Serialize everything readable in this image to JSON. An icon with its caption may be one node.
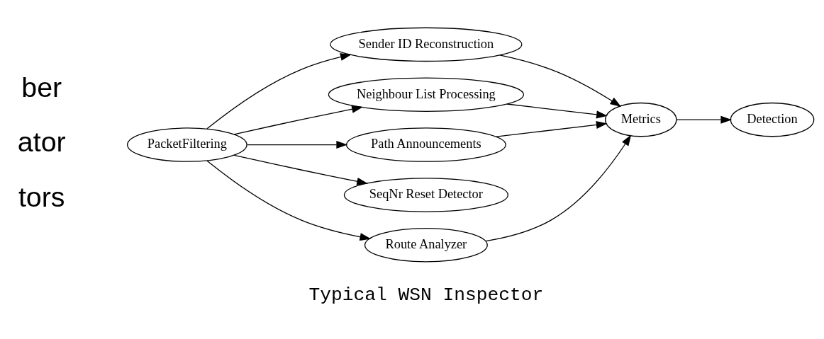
{
  "diagram": {
    "nodes": [
      {
        "text": [
          "PacketFiltering"
        ]
      },
      {
        "text": [
          "Sender ID Reconstruction"
        ]
      },
      {
        "text": [
          "Neighbour List Processing"
        ]
      },
      {
        "text": [
          "Path Announcements"
        ]
      },
      {
        "text": [
          "SeqNr Reset Detector"
        ]
      },
      {
        "text": [
          "Route Analyzer"
        ]
      },
      {
        "text": [
          "Metrics"
        ]
      },
      {
        "text": [
          "Detection"
        ]
      }
    ],
    "edges": [
      {
        "from": 0,
        "to": 1,
        "arrow": "to"
      },
      {
        "from": 0,
        "to": 2,
        "arrow": "to"
      },
      {
        "from": 0,
        "to": 3,
        "arrow": "to"
      },
      {
        "from": 0,
        "to": 4,
        "arrow": "to"
      },
      {
        "from": 0,
        "to": 5,
        "arrow": "to"
      },
      {
        "from": 1,
        "to": 6,
        "arrow": "to"
      },
      {
        "from": 2,
        "to": 6,
        "arrow": "to"
      },
      {
        "from": 3,
        "to": 6,
        "arrow": "to"
      },
      {
        "from": 5,
        "to": 6,
        "arrow": "to"
      },
      {
        "from": 6,
        "to": 7,
        "arrow": "to"
      }
    ],
    "labels": [
      "ber",
      "ator",
      "tors",
      "Typical WSN Inspector"
    ]
  }
}
